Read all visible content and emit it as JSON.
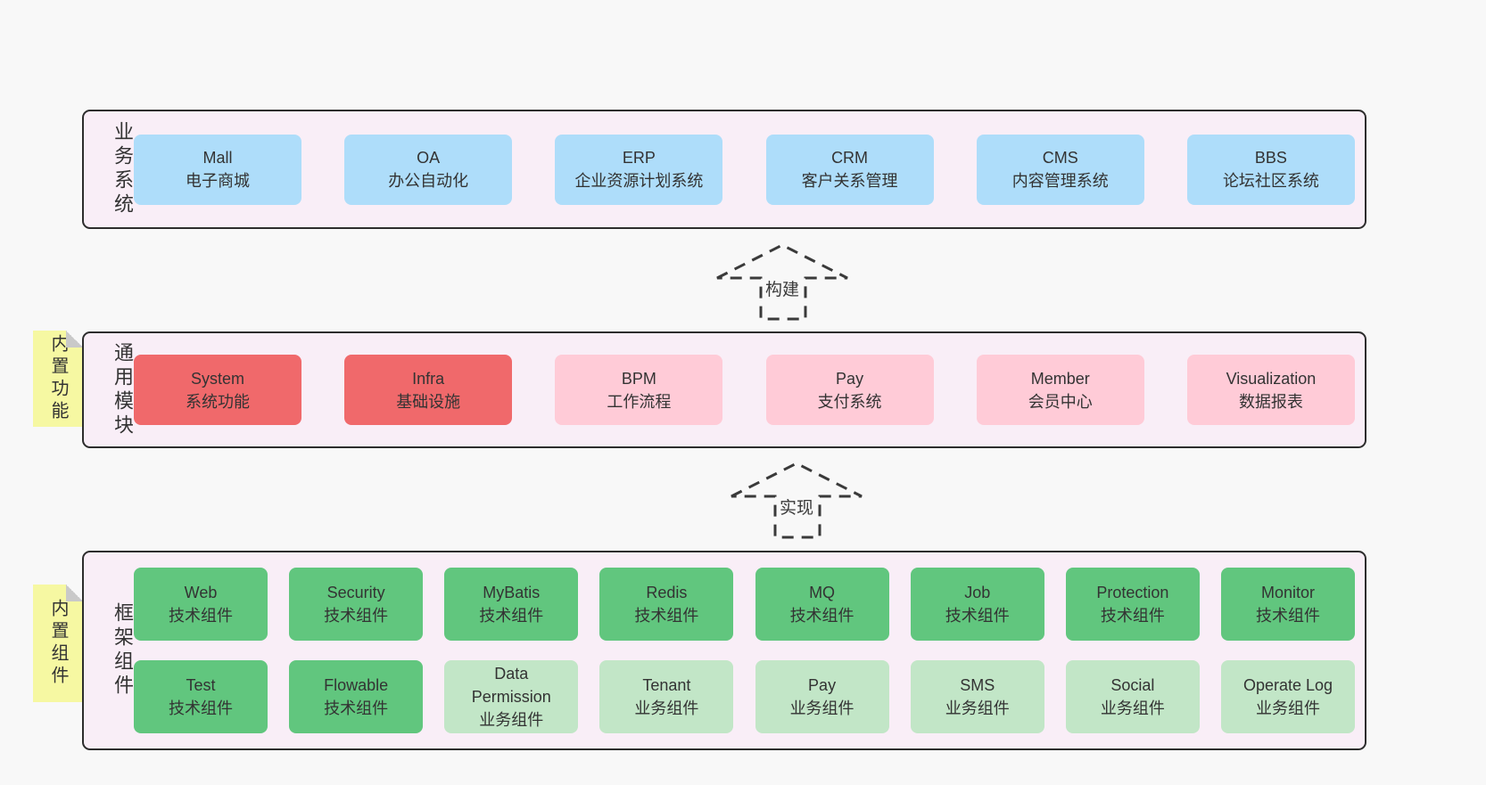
{
  "colors": {
    "page_bg": "#f8f8f8",
    "band_bg": "#f9eef7",
    "band_border": "#2d2d2d",
    "blue": "#aeddfa",
    "red": "#f0696b",
    "pink": "#ffcbd7",
    "green": "#61c67e",
    "green_light": "#c2e6c7",
    "sticky_yellow": "#f6f8a2",
    "sticky_fold": "#c9c9c9",
    "arrow": "#3a3a3a",
    "text": "#333333"
  },
  "arrows": [
    {
      "label": "构建"
    },
    {
      "label": "实现"
    }
  ],
  "bands": [
    {
      "label": "业务系统",
      "rows": [
        [
          {
            "name": "Mall",
            "desc": "电子商城",
            "variant": "blue"
          },
          {
            "name": "OA",
            "desc": "办公自动化",
            "variant": "blue"
          },
          {
            "name": "ERP",
            "desc": "企业资源计划系统",
            "variant": "blue"
          },
          {
            "name": "CRM",
            "desc": "客户关系管理",
            "variant": "blue"
          },
          {
            "name": "CMS",
            "desc": "内容管理系统",
            "variant": "blue"
          },
          {
            "name": "BBS",
            "desc": "论坛社区系统",
            "variant": "blue"
          }
        ]
      ]
    },
    {
      "label": "通用模块",
      "sticky": "内置功能",
      "rows": [
        [
          {
            "name": "System",
            "desc": "系统功能",
            "variant": "red"
          },
          {
            "name": "Infra",
            "desc": "基础设施",
            "variant": "red"
          },
          {
            "name": "BPM",
            "desc": "工作流程",
            "variant": "pink"
          },
          {
            "name": "Pay",
            "desc": "支付系统",
            "variant": "pink"
          },
          {
            "name": "Member",
            "desc": "会员中心",
            "variant": "pink"
          },
          {
            "name": "Visualization",
            "desc": "数据报表",
            "variant": "pink"
          }
        ]
      ]
    },
    {
      "label": "框架组件",
      "sticky": "内置组件",
      "rows": [
        [
          {
            "name": "Web",
            "desc": "技术组件",
            "variant": "green"
          },
          {
            "name": "Security",
            "desc": "技术组件",
            "variant": "green"
          },
          {
            "name": "MyBatis",
            "desc": "技术组件",
            "variant": "green"
          },
          {
            "name": "Redis",
            "desc": "技术组件",
            "variant": "green"
          },
          {
            "name": "MQ",
            "desc": "技术组件",
            "variant": "green"
          },
          {
            "name": "Job",
            "desc": "技术组件",
            "variant": "green"
          },
          {
            "name": "Protection",
            "desc": "技术组件",
            "variant": "green"
          },
          {
            "name": "Monitor",
            "desc": "技术组件",
            "variant": "green"
          }
        ],
        [
          {
            "name": "Test",
            "desc": "技术组件",
            "variant": "green"
          },
          {
            "name": "Flowable",
            "desc": "技术组件",
            "variant": "green"
          },
          {
            "name": "Data Permission",
            "desc": "业务组件",
            "variant": "green-light"
          },
          {
            "name": "Tenant",
            "desc": "业务组件",
            "variant": "green-light"
          },
          {
            "name": "Pay",
            "desc": "业务组件",
            "variant": "green-light"
          },
          {
            "name": "SMS",
            "desc": "业务组件",
            "variant": "green-light"
          },
          {
            "name": "Social",
            "desc": "业务组件",
            "variant": "green-light"
          },
          {
            "name": "Operate Log",
            "desc": "业务组件",
            "variant": "green-light"
          }
        ]
      ]
    }
  ]
}
